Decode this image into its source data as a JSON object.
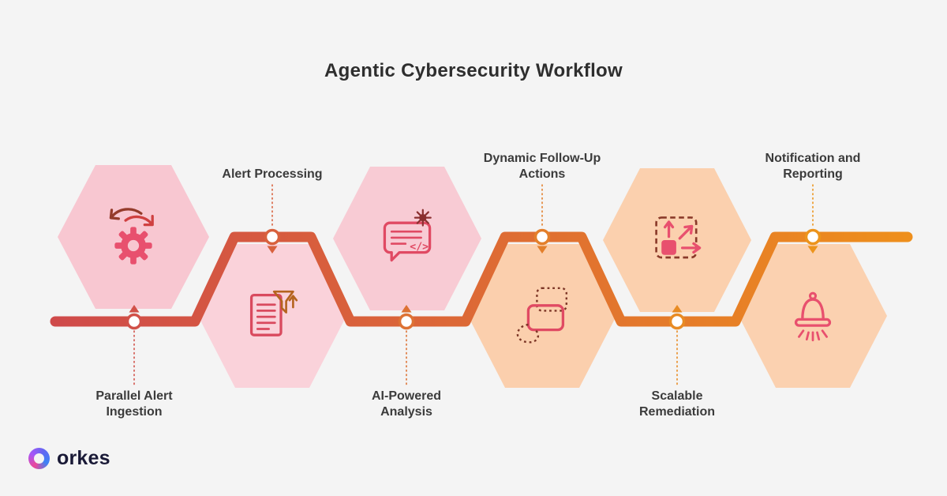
{
  "title": "Agentic Cybersecurity Workflow",
  "brand": {
    "name": "orkes"
  },
  "steps": [
    {
      "label": "Parallel Alert Ingestion",
      "icon": "rotation-arrows-gear-icon"
    },
    {
      "label": "Alert Processing",
      "icon": "document-filter-icon"
    },
    {
      "label": "AI-Powered Analysis",
      "icon": "chat-code-threat-icon",
      "icon_glyph": "</>"
    },
    {
      "label": "Dynamic Follow-Up Actions",
      "icon": "linked-actions-icon"
    },
    {
      "label": "Scalable Remediation",
      "icon": "scale-out-icon"
    },
    {
      "label": "Notification and Reporting",
      "icon": "alert-bell-icon"
    }
  ],
  "colors": {
    "background": "#f4f4f4",
    "path_gradient_start": "#cf4a4a",
    "path_gradient_end": "#ee8f1c",
    "hexagon_pink": "#f8c9d3",
    "hexagon_peach": "#fbcfad",
    "label_text": "#3b3b3b"
  }
}
